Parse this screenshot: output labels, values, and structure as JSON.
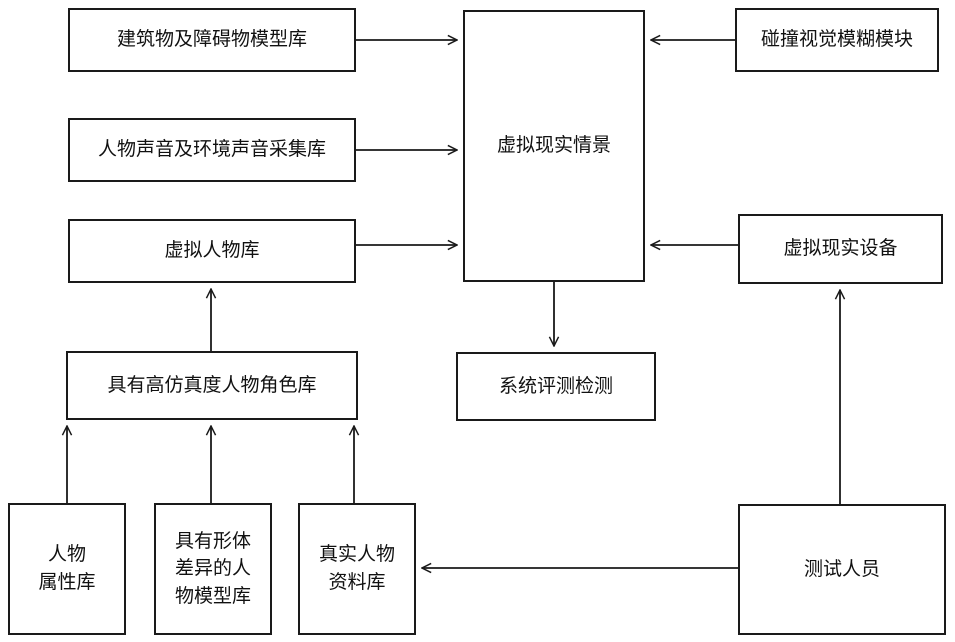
{
  "colors": {
    "stroke": "#1a1a1a",
    "background": "#ffffff",
    "text": "#111111"
  },
  "nodes": {
    "building_lib": "建筑物及障碍物模型库",
    "collision_module": "碰撞视觉模糊模块",
    "sound_lib": "人物声音及环境声音采集库",
    "vr_scene": "虚拟现实情景",
    "virtual_char_lib": "虚拟人物库",
    "vr_device": "虚拟现实设备",
    "high_fidelity_lib": "具有高仿真度人物角色库",
    "system_eval": "系统评测检测",
    "char_attr_lib": "人物\n属性库",
    "body_model_lib": "具有形体\n差异的人\n物模型库",
    "real_char_lib": "真实人物\n资料库",
    "tester": "测试人员"
  },
  "edges": [
    {
      "from": "building_lib",
      "to": "vr_scene"
    },
    {
      "from": "collision_module",
      "to": "vr_scene"
    },
    {
      "from": "sound_lib",
      "to": "vr_scene"
    },
    {
      "from": "virtual_char_lib",
      "to": "vr_scene"
    },
    {
      "from": "vr_device",
      "to": "vr_scene"
    },
    {
      "from": "vr_scene",
      "to": "system_eval"
    },
    {
      "from": "high_fidelity_lib",
      "to": "virtual_char_lib"
    },
    {
      "from": "char_attr_lib",
      "to": "high_fidelity_lib"
    },
    {
      "from": "body_model_lib",
      "to": "high_fidelity_lib"
    },
    {
      "from": "real_char_lib",
      "to": "high_fidelity_lib"
    },
    {
      "from": "tester",
      "to": "real_char_lib"
    },
    {
      "from": "tester",
      "to": "vr_device"
    }
  ]
}
